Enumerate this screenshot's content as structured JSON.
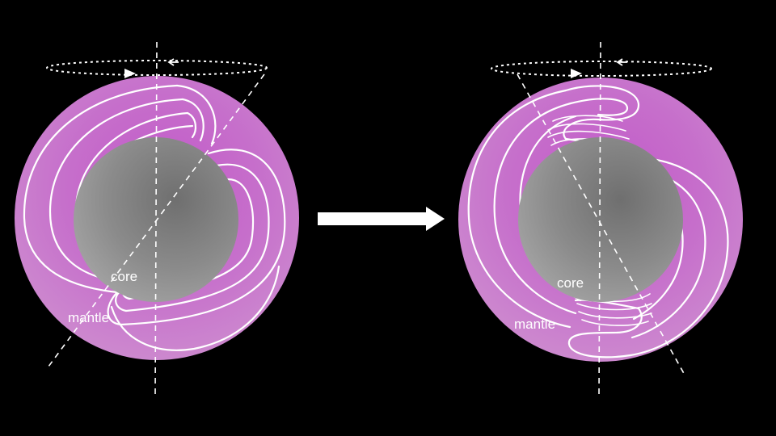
{
  "panels": [
    {
      "id": "before",
      "core_label": "core",
      "mantle_label": "mantle",
      "state": "dipole field"
    },
    {
      "id": "after",
      "core_label": "core",
      "mantle_label": "mantle",
      "state": "wound-up field"
    }
  ],
  "colors": {
    "background": "#000000",
    "mantle": "#c26ac7",
    "mantle_highlight": "#cf7fd3",
    "core_center": "#7a7a7a",
    "core_edge": "#9c9c9c",
    "field_lines": "#ffffff",
    "arrow": "#ffffff"
  },
  "icons": {
    "transition": "right-arrow-icon",
    "rotation": "rotation-direction-icon"
  }
}
